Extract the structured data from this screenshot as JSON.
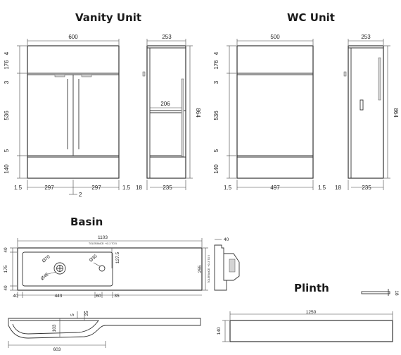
{
  "titles": {
    "vanity": "Vanity Unit",
    "wc": "WC Unit",
    "basin": "Basin",
    "plinth": "Plinth"
  },
  "vanity": {
    "front": {
      "width": "600",
      "top_4": "4",
      "drawer_176": "176",
      "gap_3": "3",
      "door_536": "536",
      "gap_5": "5",
      "plinth_140": "140",
      "left_15": "1.5",
      "door_left_297": "297",
      "mid_2": "2",
      "door_right_297": "297",
      "right_15": "1.5"
    },
    "side": {
      "depth_253": "253",
      "inner_206": "206",
      "height_864": "864",
      "back_18": "18",
      "base_235": "235"
    }
  },
  "wc": {
    "front": {
      "width": "500",
      "top_4": "4",
      "panel_176": "176",
      "gap_3": "3",
      "panel_536": "536",
      "gap_5": "5",
      "plinth_140": "140",
      "left_15": "1.5",
      "inner_497": "497",
      "right_15": "1.5"
    },
    "side": {
      "depth_253": "253",
      "height_864": "864",
      "back_18": "18",
      "base_235": "235"
    }
  },
  "basin": {
    "length": "1103",
    "tolerance": "TOLERANCE: +0/-3 TO 5",
    "left_40": "40",
    "bowl_175": "175",
    "bottom_40": "40",
    "bottom_left_40": "40",
    "bowl_443": "443",
    "right_60": "60",
    "right_35": "35",
    "waste_70": "Ø70",
    "waste_42": "Ø42",
    "tap_35": "Ø35",
    "tap_1275": "127.5",
    "depth_255": "255",
    "side_tolerance": "TOLERANCE: +0/-3 TO 5",
    "side_40": "40",
    "section_5": "5",
    "section_25": "25",
    "section_103": "103",
    "section_603": "603"
  },
  "plinth": {
    "length": "1250",
    "height": "140",
    "thickness": "18"
  }
}
